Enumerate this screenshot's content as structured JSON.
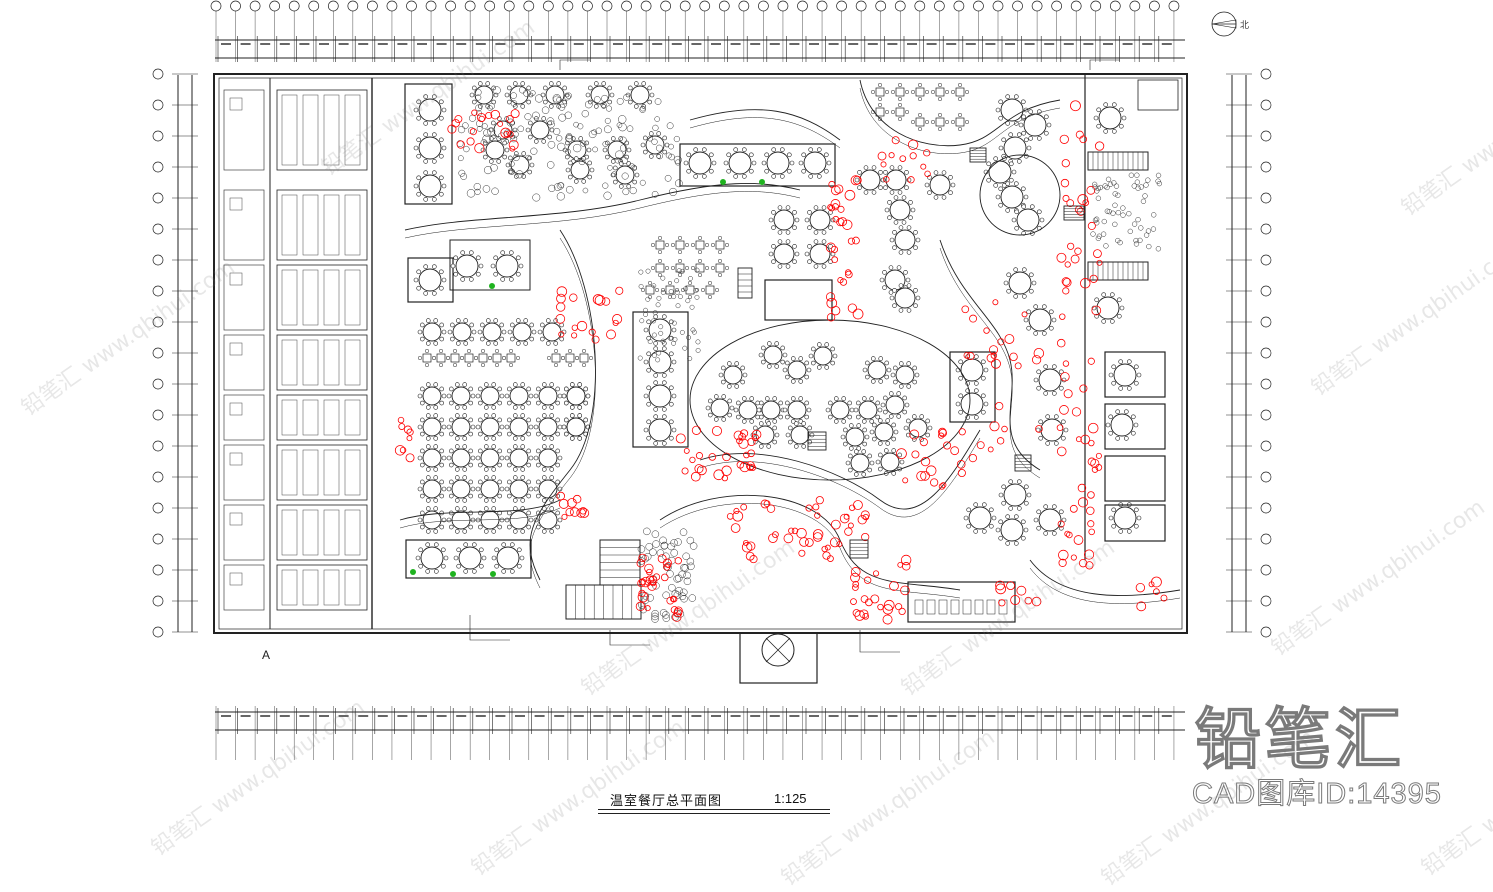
{
  "drawing": {
    "title": "温室餐厅总平面图",
    "scale": "1:125",
    "grid_label": "A",
    "north_mark": "北"
  },
  "brand": {
    "name": "铅笔汇",
    "cad_id": "CAD图库ID:14395"
  },
  "watermark": {
    "text": "铅笔汇 www.qbihui.com"
  },
  "colors": {
    "line": "#222222",
    "plant": "#ff0000",
    "accent": "#1fb31f"
  }
}
